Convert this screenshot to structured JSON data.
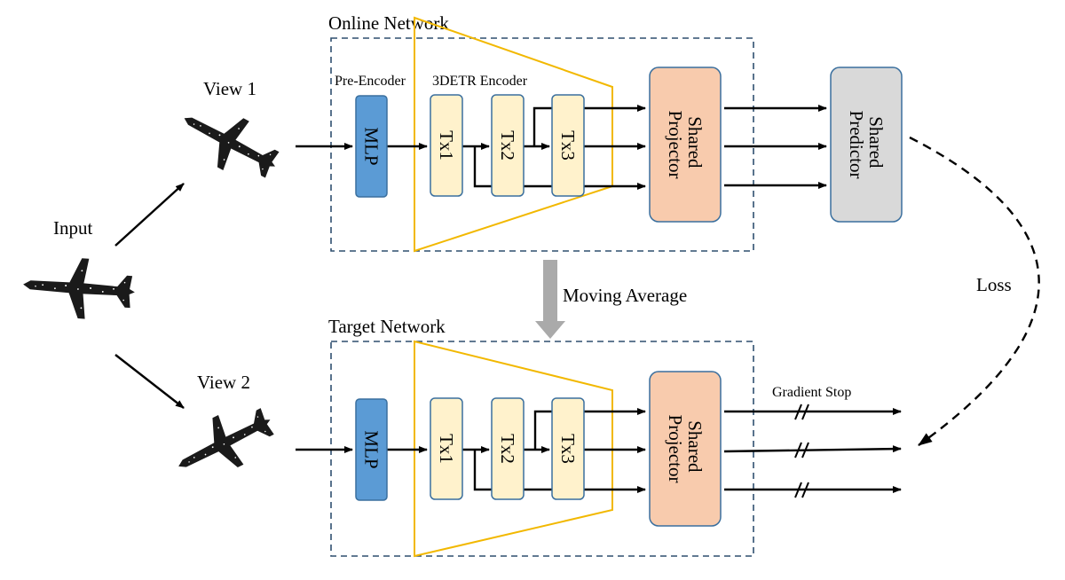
{
  "labels": {
    "online_network": "Online Network",
    "target_network": "Target Network",
    "pre_encoder": "Pre-Encoder",
    "encoder": "3DETR Encoder",
    "view1": "View 1",
    "view2": "View 2",
    "input": "Input",
    "moving_average": "Moving Average",
    "gradient_stop": "Gradient Stop",
    "loss": "Loss"
  },
  "blocks": {
    "mlp": "MLP",
    "tx1": "Tx1",
    "tx2": "Tx2",
    "tx3": "Tx3",
    "projector_line1": "Shared",
    "projector_line2": "Projector",
    "predictor_line1": "Shared",
    "predictor_line2": "Predictor"
  },
  "colors": {
    "mlp": "#5b9bd5",
    "transformer": "#fff2cc",
    "projector": "#f8cbad",
    "predictor": "#d9d9d9",
    "encoder_outline": "#f2b800",
    "network_box": "#2f4f6f",
    "moving_average_arrow": "#aaaaaa"
  }
}
